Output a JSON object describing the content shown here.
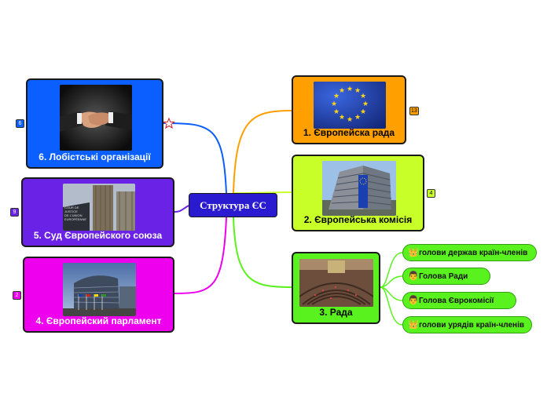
{
  "center": {
    "title": "Структура ЄС"
  },
  "nodes": {
    "council": {
      "label": "1. Європейска рада",
      "badge": "13",
      "color": "#ff9f00"
    },
    "commission": {
      "label": "2. Європейська комісія",
      "badge": "4",
      "color": "#c8ff28"
    },
    "rada": {
      "label": "3. Рада",
      "color": "#5af21e"
    },
    "lobby": {
      "label": "6. Лобістські організації",
      "badge": "6",
      "color": "#0b5fff"
    },
    "court": {
      "label": "5. Суд Європейского союза",
      "badge": "9",
      "color": "#6a22e6"
    },
    "parliament": {
      "label": "4. Європейский парламент",
      "badge": "2",
      "color": "#ee00ee"
    }
  },
  "court_sign": {
    "line1": "COUR DE JUSTICE",
    "line2": "DE L'UNION",
    "line3": "EUROPÉENNE"
  },
  "leaves": [
    {
      "label": "голови держав країн-членів",
      "icon": "crown-icon"
    },
    {
      "label": "Голова Ради",
      "icon": "person-icon"
    },
    {
      "label": "Голова Єврокомісії",
      "icon": "person-icon"
    },
    {
      "label": "голови урядів країн-членів",
      "icon": "crown-icon"
    }
  ]
}
